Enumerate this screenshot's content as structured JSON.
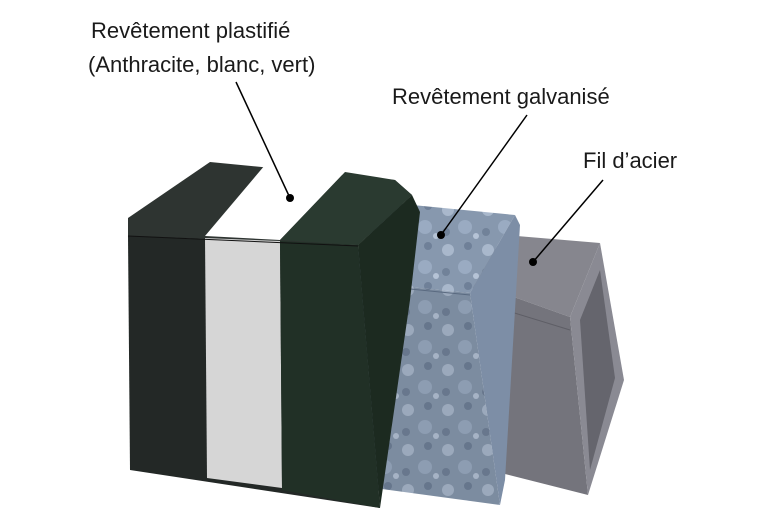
{
  "labels": {
    "coating_plastic": "Revêtement plastifié",
    "coating_plastic_colors": "(Anthracite, blanc, vert)",
    "coating_galvanized": "Revêtement galvanisé",
    "steel_wire": "Fil d’acier"
  },
  "colors": {
    "anthracite": "#252b28",
    "white": "#e9e9e9",
    "green": "#22302a",
    "galvanized": "#8a9bb3",
    "steel": "#76767e"
  }
}
